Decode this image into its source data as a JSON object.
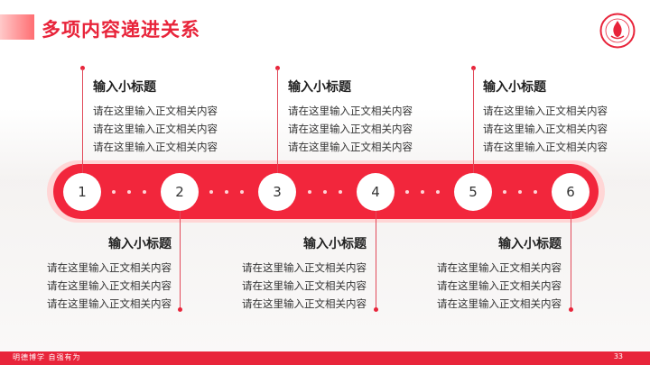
{
  "header": {
    "title": "多项内容递进关系"
  },
  "timeline": {
    "steps": [
      "1",
      "2",
      "3",
      "4",
      "5",
      "6"
    ]
  },
  "blocks": [
    {
      "title": "输入小标题",
      "lines": [
        "请在这里输入正文相关内容",
        "请在这里输入正文相关内容",
        "请在这里输入正文相关内容"
      ]
    },
    {
      "title": "输入小标题",
      "lines": [
        "请在这里输入正文相关内容",
        "请在这里输入正文相关内容",
        "请在这里输入正文相关内容"
      ]
    },
    {
      "title": "输入小标题",
      "lines": [
        "请在这里输入正文相关内容",
        "请在这里输入正文相关内容",
        "请在这里输入正文相关内容"
      ]
    },
    {
      "title": "输入小标题",
      "lines": [
        "请在这里输入正文相关内容",
        "请在这里输入正文相关内容",
        "请在这里输入正文相关内容"
      ]
    },
    {
      "title": "输入小标题",
      "lines": [
        "请在这里输入正文相关内容",
        "请在这里输入正文相关内容",
        "请在这里输入正文相关内容"
      ]
    },
    {
      "title": "输入小标题",
      "lines": [
        "请在这里输入正文相关内容",
        "请在这里输入正文相关内容",
        "请在这里输入正文相关内容"
      ]
    }
  ],
  "footer": {
    "motto": "明德博学  自强有为",
    "page_number": "33"
  },
  "colors": {
    "accent": "#e8243a",
    "band": "#f2263c",
    "band_halo": "#ffd6d6"
  },
  "icons": {
    "logo": "university-seal-icon"
  }
}
